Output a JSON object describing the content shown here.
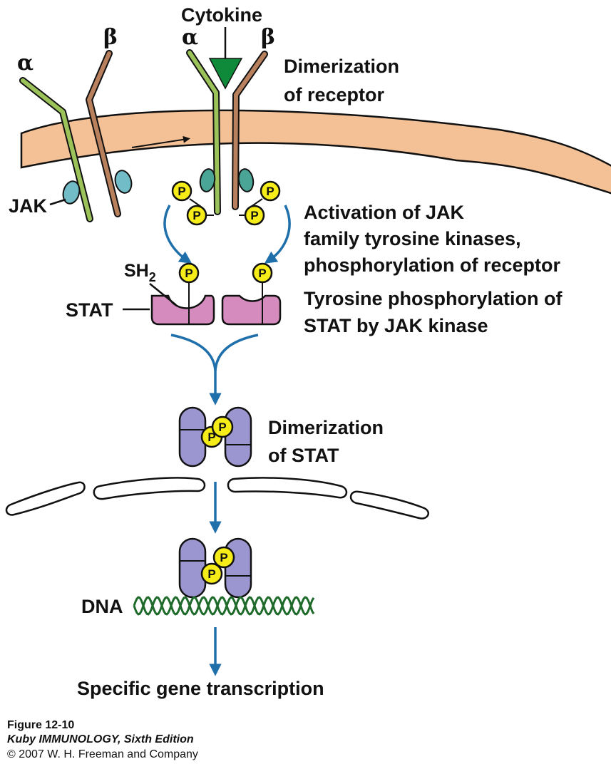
{
  "labels": {
    "cytokine": "Cytokine",
    "alpha_left": "α",
    "beta_left": "β",
    "alpha_right": "α",
    "beta_right": "β",
    "dimerization_receptor_1": "Dimerization",
    "dimerization_receptor_2": "of receptor",
    "jak": "JAK",
    "activation_1": "Activation of JAK",
    "activation_2": "family tyrosine kinases,",
    "activation_3": "phosphorylation of receptor",
    "sh2_main": "SH",
    "sh2_sub": "2",
    "stat": "STAT",
    "tyrosine_1": "Tyrosine phosphorylation of",
    "tyrosine_2": "STAT by JAK kinase",
    "dimerization_stat_1": "Dimerization",
    "dimerization_stat_2": "of STAT",
    "dna": "DNA",
    "gene_transcription": "Specific gene transcription",
    "phospho": "P"
  },
  "caption": {
    "figure": "Figure 12-10",
    "book": "Kuby IMMUNOLOGY, Sixth Edition",
    "copyright": "© 2007 W. H. Freeman and Company"
  },
  "colors": {
    "membrane": "#f4c197",
    "alpha_chain": "#9cc25a",
    "beta_chain": "#b9805d",
    "jak": "#72bcc8",
    "jak_dark": "#4aa597",
    "cytokine": "#0f8a3a",
    "phospho": "#f6ec17",
    "stat": "#d68bbf",
    "stat_dimer": "#9b96cf",
    "arrow": "#1f6fab",
    "dna": "#1e6a2a"
  }
}
